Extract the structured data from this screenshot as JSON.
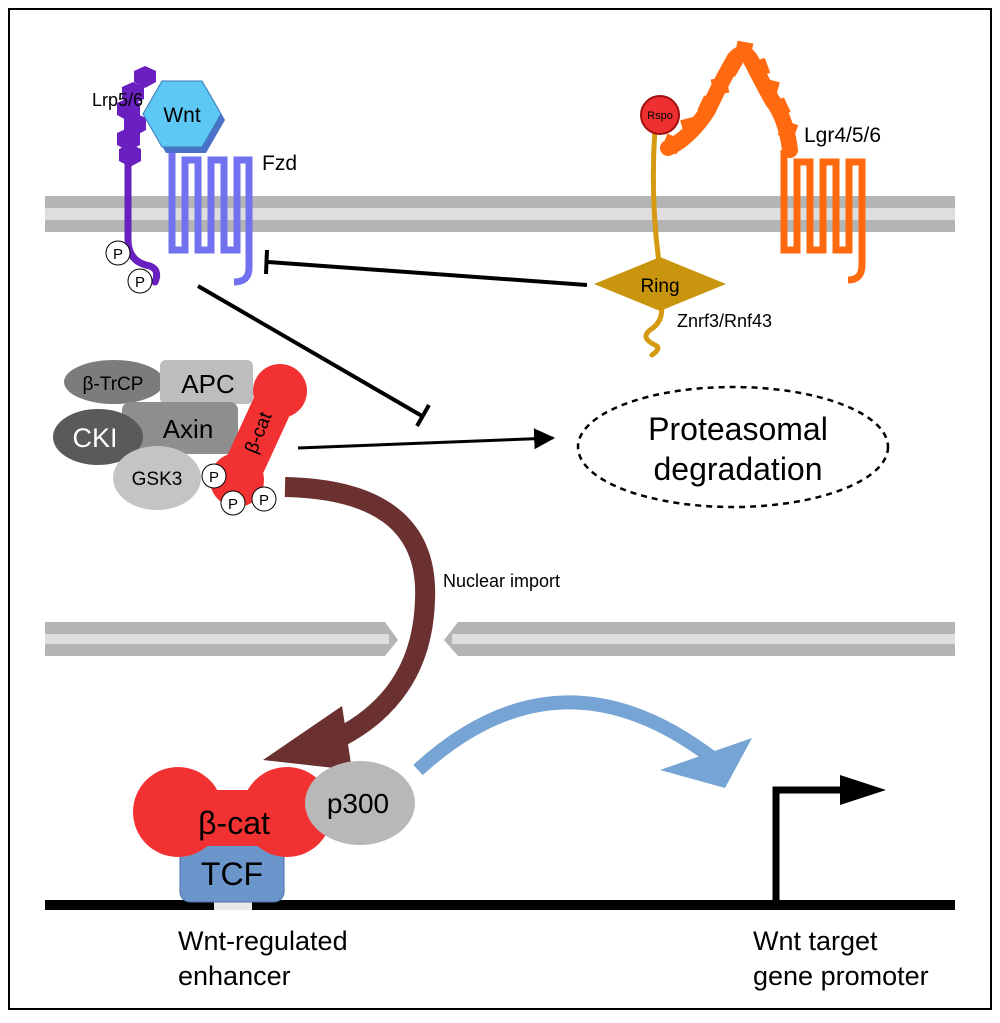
{
  "labels": {
    "lrp": "Lrp5/6",
    "wnt": "Wnt",
    "fzd": "Fzd",
    "rspo": "Rspo",
    "lgr": "Lgr4/5/6",
    "ring": "Ring",
    "znrf": "Znrf3/Rnf43",
    "btrcp": "β-TrCP",
    "apc": "APC",
    "axin": "Axin",
    "cki": "CKI",
    "gsk3": "GSK3",
    "bcat_small": "β-cat",
    "proteasome_line1": "Proteasomal",
    "proteasome_line2": "degradation",
    "nuclear_import": "Nuclear import",
    "bcat_nuc": "β-cat",
    "p300": "p300",
    "tcf": "TCF",
    "enhancer_line1": "Wnt-regulated",
    "enhancer_line2": "enhancer",
    "target_line1": "Wnt target",
    "target_line2": "gene promoter",
    "phospho": "P"
  },
  "colors": {
    "membrane": "#b4b4b4",
    "membrane_light": "#dcdcdc",
    "lrp": "#6a1fc0",
    "wnt": "#5ec8f5",
    "fzd": "#7272f0",
    "lgr": "#ff6a10",
    "znrf": "#d59a12",
    "rspo": "#ee3030",
    "bcat": "#f23232",
    "tcf": "#6b96cc",
    "p300": "#b8b8b8",
    "import_arrow": "#6b3030",
    "activation_arrow": "#76a4d4",
    "destruction_dark": "#6e6e6e",
    "destruction_mid": "#909090",
    "destruction_light": "#bdbdbd"
  }
}
